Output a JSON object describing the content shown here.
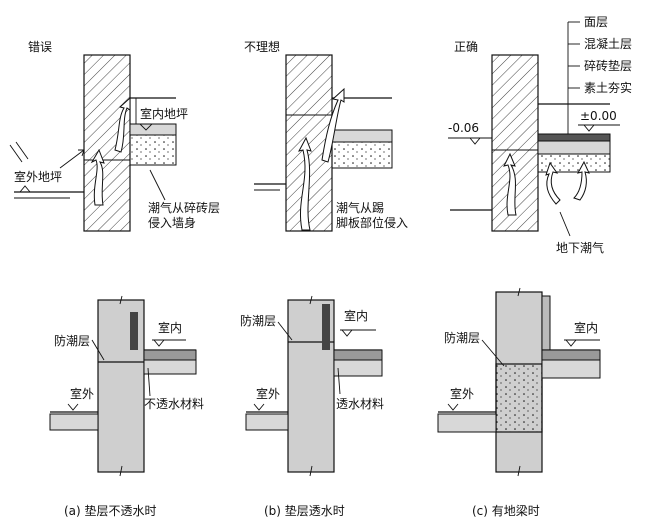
{
  "top": {
    "panel_a": {
      "title": "错误",
      "indoor": "室内地坪",
      "outdoor": "室外地坪",
      "note_line1": "潮气从碎砖层",
      "note_line2": "侵入墙身"
    },
    "panel_b": {
      "title": "不理想",
      "note_line1": "潮气从踢",
      "note_line2": "脚板部位侵入"
    },
    "panel_c": {
      "title": "正确",
      "legend": [
        "面层",
        "混凝土层",
        "碎砖垫层",
        "素土夯实"
      ],
      "level_left": "-0.06",
      "level_right": "±0.00",
      "note": "地下潮气"
    }
  },
  "bottom": {
    "panel_a": {
      "dpc": "防潮层",
      "indoor": "室内",
      "outdoor": "室外",
      "material": "不透水材料",
      "caption": "(a) 垫层不透水时"
    },
    "panel_b": {
      "dpc": "防潮层",
      "indoor": "室内",
      "outdoor": "室外",
      "material": "透水材料",
      "caption": "(b) 垫层透水时"
    },
    "panel_c": {
      "dpc": "防潮层",
      "indoor": "室内",
      "outdoor": "室外",
      "caption": "(c) 有地梁时"
    }
  }
}
